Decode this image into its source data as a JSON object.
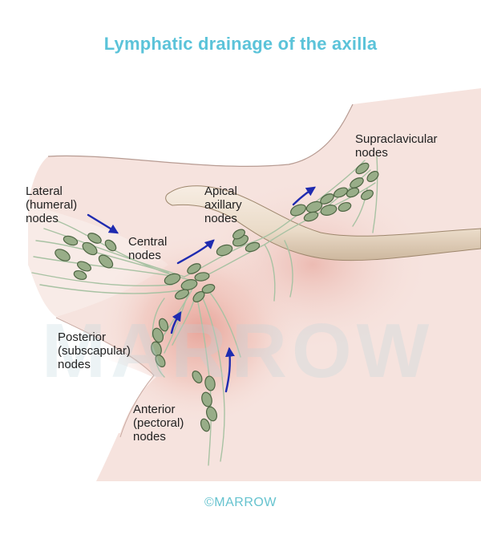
{
  "title": "Lymphatic drainage of the axilla",
  "labels": {
    "supraclavicular": "Supraclavicular\nnodes",
    "lateral": "Lateral\n(humeral)\nnodes",
    "apical": "Apical\naxillary\nnodes",
    "central": "Central\nnodes",
    "posterior": "Posterior\n(subscapular)\nnodes",
    "anterior": "Anterior\n(pectoral)\nnodes"
  },
  "credit": "©MARROW",
  "watermark": "MARROW",
  "colors": {
    "title": "#5bc3d9",
    "node_fill": "#98ad88",
    "node_stroke": "#4f6644",
    "vessel": "#a8c2a3",
    "arrow": "#1f2bb0",
    "skin": "#f6e3de",
    "flush": "#e9a59a"
  }
}
